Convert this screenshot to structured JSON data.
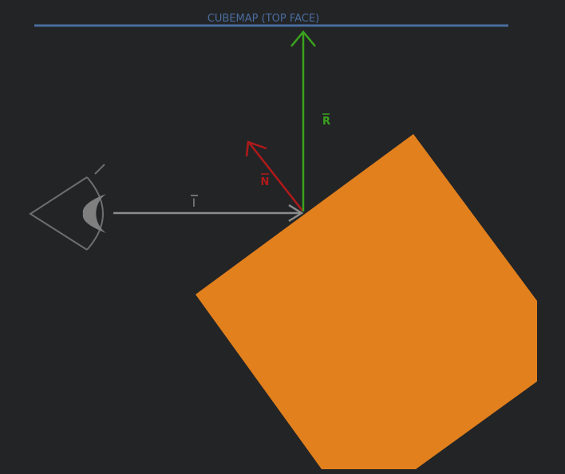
{
  "title": "CUBEMAP (TOP FACE)",
  "vectors": {
    "incident_label": "I",
    "normal_label": "N",
    "reflected_label": "R"
  },
  "colors": {
    "background": "#232426",
    "cubemap_line": "#4a6d9f",
    "title": "#4a6d9f",
    "incident": "#8c8c8c",
    "normal": "#b01a1a",
    "reflected": "#3aa41d",
    "cube": "#e1801d",
    "eye_outline": "#7a7a7a",
    "pupil": "#7f7f7f"
  },
  "icons": {
    "eye": "eye-icon"
  }
}
